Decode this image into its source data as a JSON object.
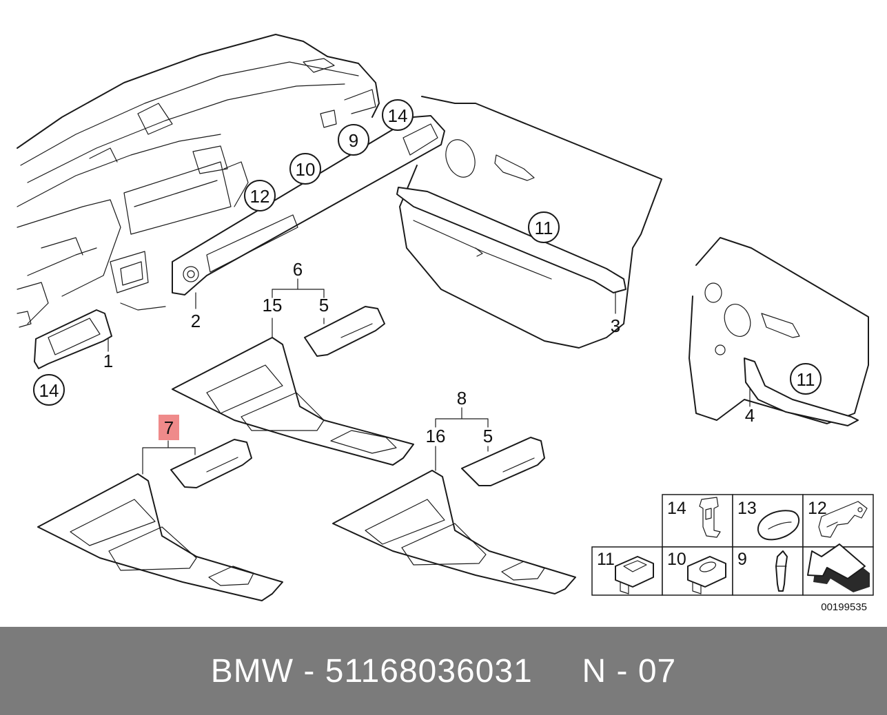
{
  "callouts": {
    "c14a": "14",
    "c9": "9",
    "c10": "10",
    "c12": "12",
    "c11a": "11",
    "c11b": "11",
    "c14b": "14"
  },
  "labels": {
    "l1": "1",
    "l2": "2",
    "l3": "3",
    "l4": "4",
    "l6": "6",
    "l15": "15",
    "l5a": "5",
    "l7": "7",
    "l8": "8",
    "l16": "16",
    "l5b": "5"
  },
  "parts_grid": {
    "cells": [
      {
        "num": "14",
        "icon": "clip-icon"
      },
      {
        "num": "13",
        "icon": "plug-icon"
      },
      {
        "num": "12",
        "icon": "bracket-icon"
      },
      {
        "num": "11",
        "icon": "clip-nut-icon"
      },
      {
        "num": "10",
        "icon": "clip-nut-icon"
      },
      {
        "num": "9",
        "icon": "pin-icon"
      },
      {
        "num": "",
        "icon": "arrow-icon"
      }
    ]
  },
  "diagram_number": "00199535",
  "highlight_color": "#ef8a8a",
  "footer": {
    "text": "BMW - 51168036031     N - 07"
  }
}
